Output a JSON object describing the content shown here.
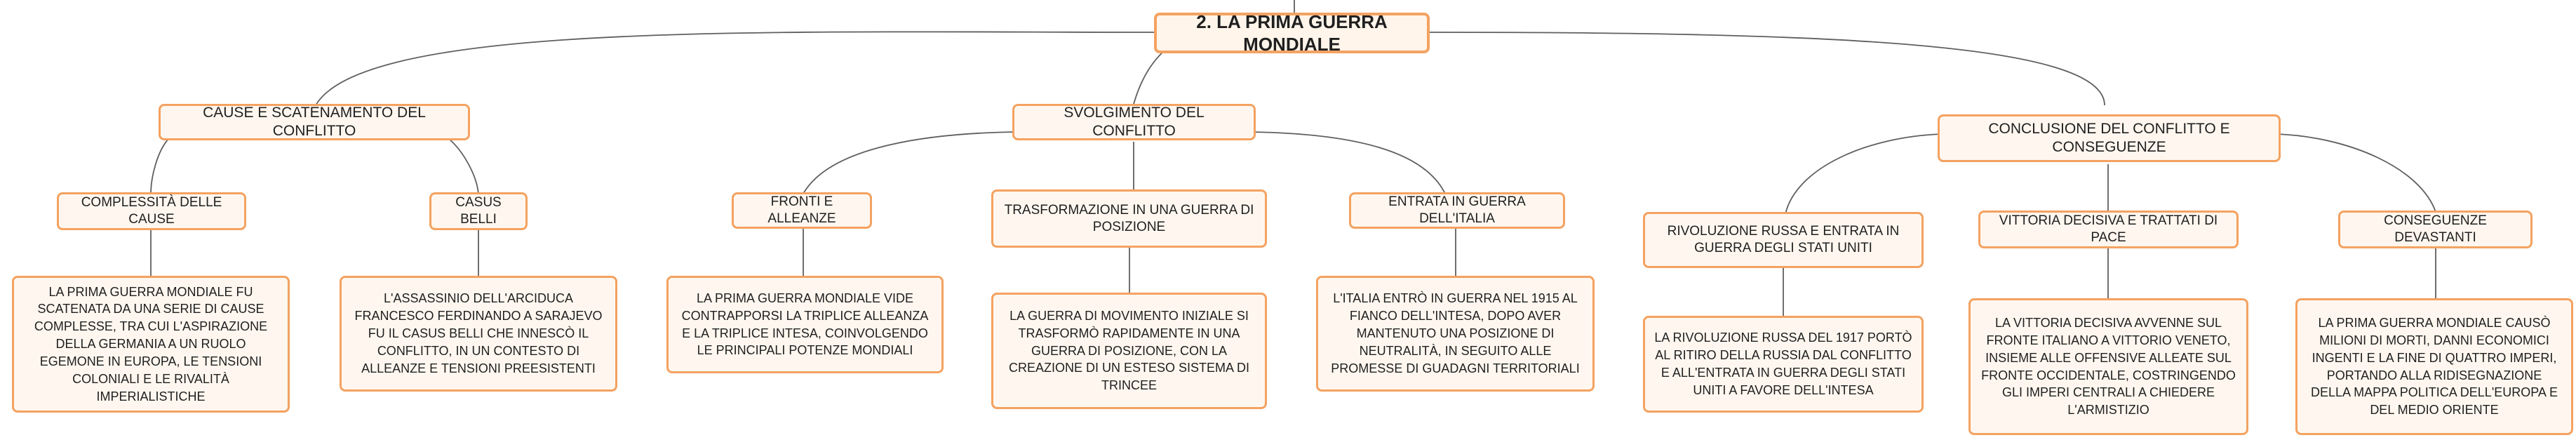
{
  "root": {
    "title": "2. LA PRIMA GUERRA MONDIALE"
  },
  "branches": [
    {
      "label": "CAUSE E SCATENAMENTO DEL CONFLITTO",
      "children": [
        {
          "label": "COMPLESSITÀ DELLE CAUSE",
          "detail": "LA PRIMA GUERRA MONDIALE FU SCATENATA DA UNA SERIE DI CAUSE COMPLESSE, TRA CUI L'ASPIRAZIONE DELLA GERMANIA A UN RUOLO EGEMONE IN EUROPA, LE TENSIONI COLONIALI E LE RIVALITÀ IMPERIALISTICHE"
        },
        {
          "label": "CASUS BELLI",
          "detail": "L'ASSASSINIO DELL'ARCIDUCA FRANCESCO FERDINANDO A SARAJEVO FU IL CASUS BELLI CHE INNESCÒ IL CONFLITTO, IN UN CONTESTO DI ALLEANZE E TENSIONI PREESISTENTI"
        }
      ]
    },
    {
      "label": "SVOLGIMENTO DEL CONFLITTO",
      "children": [
        {
          "label": "FRONTI E ALLEANZE",
          "detail": "LA PRIMA GUERRA MONDIALE VIDE CONTRAPPORSI LA TRIPLICE ALLEANZA E LA TRIPLICE INTESA, COINVOLGENDO LE PRINCIPALI POTENZE MONDIALI"
        },
        {
          "label": "TRASFORMAZIONE IN UNA GUERRA DI POSIZIONE",
          "detail": "LA GUERRA DI MOVIMENTO INIZIALE SI TRASFORMÒ RAPIDAMENTE IN UNA GUERRA DI POSIZIONE, CON LA CREAZIONE DI UN ESTESO SISTEMA DI TRINCEE"
        },
        {
          "label": "ENTRATA IN GUERRA DELL'ITALIA",
          "detail": "L'ITALIA ENTRÒ IN GUERRA NEL 1915 AL FIANCO DELL'INTESA, DOPO AVER MANTENUTO UNA POSIZIONE DI NEUTRALITÀ, IN SEGUITO ALLE PROMESSE DI GUADAGNI TERRITORIALI"
        }
      ]
    },
    {
      "label": "CONCLUSIONE DEL CONFLITTO E CONSEGUENZE",
      "children": [
        {
          "label": "RIVOLUZIONE RUSSA E ENTRATA IN GUERRA DEGLI STATI UNITI",
          "detail": "LA RIVOLUZIONE RUSSA DEL 1917 PORTÒ AL RITIRO DELLA RUSSIA DAL CONFLITTO E ALL'ENTRATA IN GUERRA DEGLI STATI UNITI A FAVORE DELL'INTESA"
        },
        {
          "label": "VITTORIA DECISIVA E TRATTATI DI PACE",
          "detail": "LA VITTORIA DECISIVA AVVENNE SUL FRONTE ITALIANO A VITTORIO VENETO, INSIEME ALLE OFFENSIVE ALLEATE SUL FRONTE OCCIDENTALE, COSTRINGENDO GLI IMPERI CENTRALI A CHIEDERE L'ARMISTIZIO"
        },
        {
          "label": "CONSEGUENZE DEVASTANTI",
          "detail": "LA PRIMA GUERRA MONDIALE CAUSÒ MILIONI DI MORTI, DANNI ECONOMICI INGENTI E LA FINE DI QUATTRO IMPERI, PORTANDO ALLA RIDISEGNAZIONE DELLA MAPPA POLITICA DELL'EUROPA E DEL MEDIO ORIENTE"
        }
      ]
    }
  ]
}
